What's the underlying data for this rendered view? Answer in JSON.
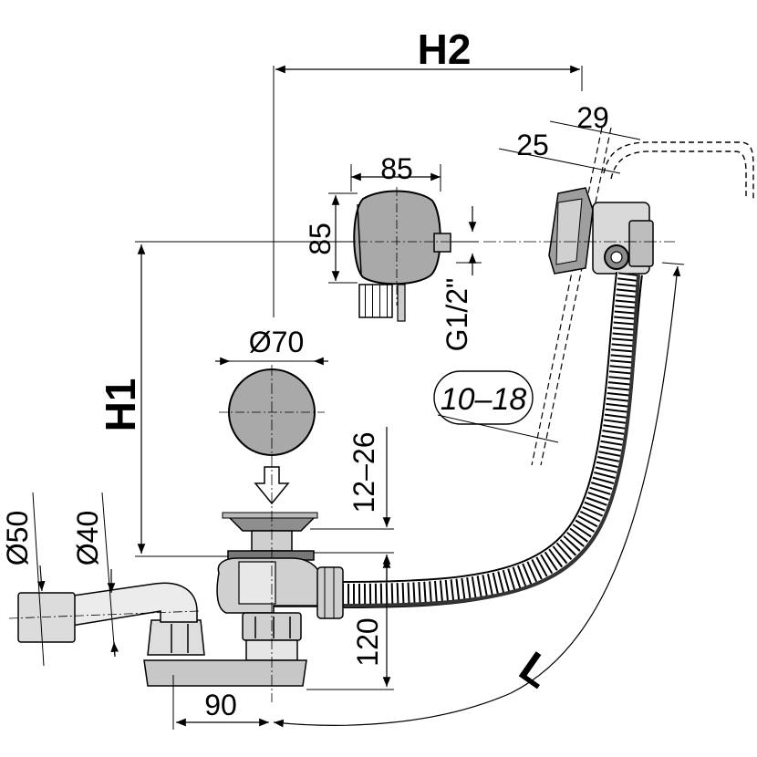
{
  "labels": {
    "h2": "H2",
    "h1": "H1",
    "l": "L",
    "dim_29": "29",
    "dim_25": "25",
    "dim_85_width": "85",
    "dim_85_height": "85",
    "thread": "G1/2\"",
    "dim_70": "Ø70",
    "range_10_18": "10–18",
    "range_12_26": "12–26",
    "dim_50": "Ø50",
    "dim_40": "Ø40",
    "dim_120": "120",
    "dim_90": "90"
  },
  "colors": {
    "line": "#000000",
    "body_gray": "#bdbdbd",
    "dark_gray": "#7a7a7a",
    "light_gray": "#e6e6e6",
    "cap_gray": "#a9a9a9"
  }
}
